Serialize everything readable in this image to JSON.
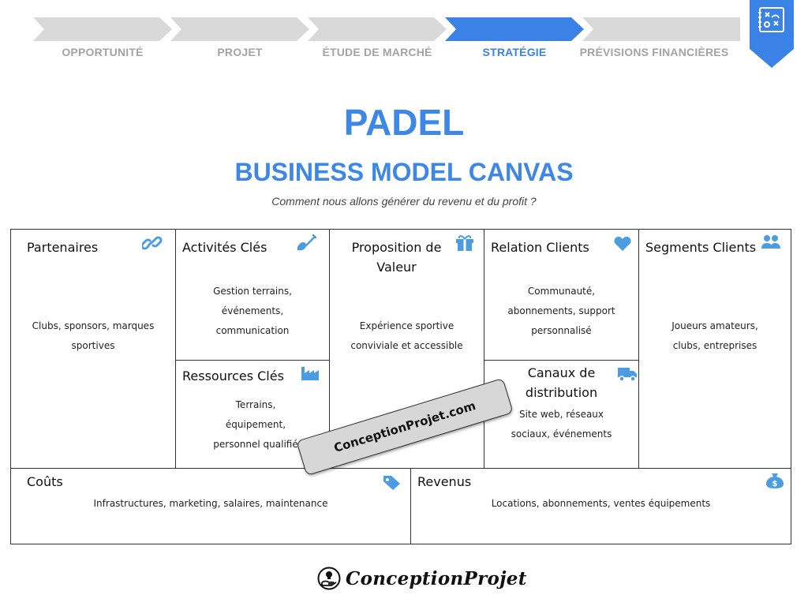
{
  "stepper": {
    "active_index": 3,
    "colors": {
      "inactive": "#d9d9d9",
      "active": "#3b82e6",
      "label_inactive": "#a3a3a3"
    },
    "steps": [
      {
        "label": "OPPORTUNITÉ"
      },
      {
        "label": "PROJET"
      },
      {
        "label": "ÉTUDE DE MARCHÉ"
      },
      {
        "label": "STRATÉGIE"
      },
      {
        "label": "PRÉVISIONS FINANCIÈRES"
      }
    ],
    "badge_icon": "strategy-board-icon"
  },
  "header": {
    "title": "PADEL",
    "subtitle": "BUSINESS MODEL CANVAS",
    "tagline": "Comment nous allons générer du revenu et du profit ?"
  },
  "canvas": {
    "accent_color": "#4b9ce0",
    "partners": {
      "title": "Partenaires",
      "text": "Clubs, sponsors, marques sportives",
      "icon": "link-icon"
    },
    "key_activities": {
      "title": "Activités Clés",
      "text": "Gestion terrains, événements, communication",
      "icon": "shovel-icon"
    },
    "key_resources": {
      "title": "Ressources Clés",
      "text": "Terrains, équipement, personnel qualifié",
      "icon": "factory-icon"
    },
    "value_proposition": {
      "title": "Proposition de Valeur",
      "text": "Expérience sportive conviviale et accessible",
      "icon": "gift-icon"
    },
    "customer_relationships": {
      "title": "Relation Clients",
      "text": "Communauté, abonnements, support personnalisé",
      "icon": "heart-icon"
    },
    "channels": {
      "title": "Canaux de distribution",
      "text": "Site web, réseaux sociaux, événements",
      "icon": "truck-icon"
    },
    "customer_segments": {
      "title": "Segments Clients",
      "text": "Joueurs amateurs, clubs, entreprises",
      "icon": "users-icon"
    },
    "costs": {
      "title": "Coûts",
      "text": "Infrastructures, marketing, salaires, maintenance",
      "icon": "tags-icon"
    },
    "revenues": {
      "title": "Revenus",
      "text": "Locations, abonnements, ventes équipements",
      "icon": "money-bag-icon"
    }
  },
  "watermark": {
    "text": "ConceptionProjet.com"
  },
  "footer": {
    "brand": "ConceptionProjet",
    "icon": "hand-lightbulb-icon"
  }
}
